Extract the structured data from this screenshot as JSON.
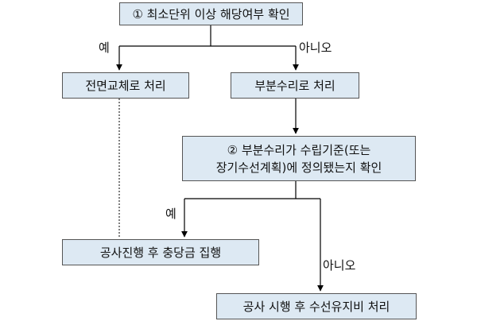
{
  "colors": {
    "box_fill": "#dde9f3",
    "box_border": "#555555",
    "line": "#000000"
  },
  "nodes": {
    "check_min_unit": "① 최소단위 이상 해당여부 확인",
    "full_replacement": "전면교체로 처리",
    "partial_repair": "부분수리로 처리",
    "check_standard_line1": "② 부분수리가 수립기준(또는",
    "check_standard_line2": "장기수선계획)에 정의됐는지 확인",
    "construct_reserve": "공사진행 후 충당금 집행",
    "construct_repair_fund": "공사 시행 후 수선유지비 처리"
  },
  "edges": {
    "yes_1": "예",
    "no_1": "아니오",
    "yes_2": "예",
    "no_2": "아니오"
  }
}
